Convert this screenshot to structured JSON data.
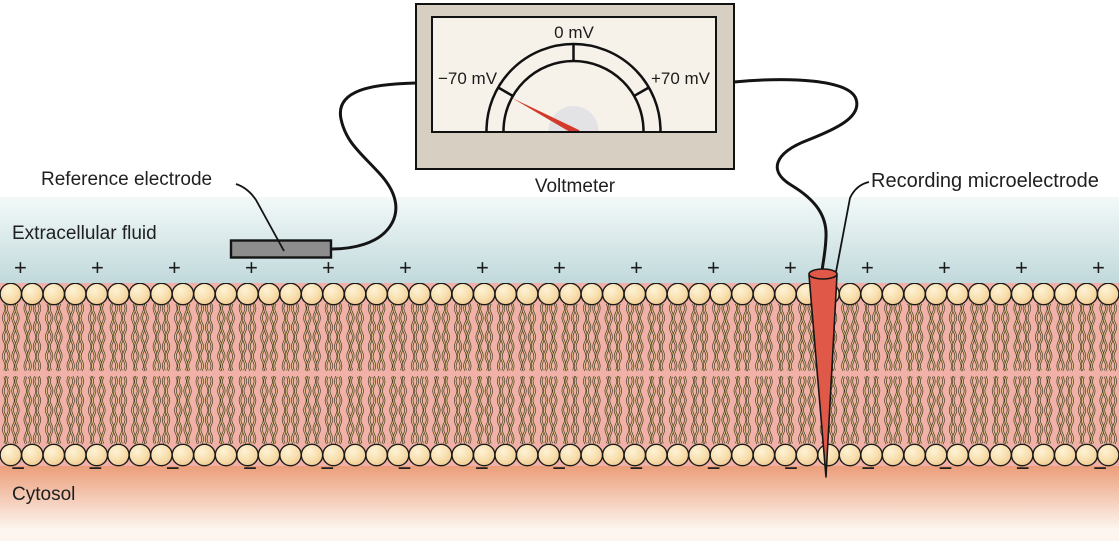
{
  "regions": {
    "extracellular": "Extracellular fluid",
    "cytosol": "Cytosol"
  },
  "voltmeter": {
    "title": "Voltmeter",
    "scale_left": "−70 mV",
    "scale_center": "0 mV",
    "scale_right": "+70 mV",
    "needle_points_to": "−70 mV"
  },
  "electrodes": {
    "reference_label": "Reference electrode",
    "recording_label": "Recording microelectrode"
  },
  "membrane": {
    "charge_top_symbol": "+",
    "charge_bottom_symbol": "−",
    "charge_top_count": 15,
    "charge_bottom_count": 15,
    "lipid_count": 52
  },
  "colors": {
    "extracellular_top": "#f3f9f9",
    "extracellular_bottom": "#c1d9db",
    "membrane_bg": "#f1b0a8",
    "cytosol_top": "#eb9e7a",
    "cytosol_bottom": "#fdf6f0",
    "lipid_head_center": "#fdf2d6",
    "lipid_head_mid": "#f8dfae",
    "lipid_head_edge": "#eec68c",
    "lipid_head_stroke": "#1a1a1a",
    "tail_dark": "#3e3523",
    "tail_light": "#e2c188",
    "voltmeter_body": "#d7d0c2",
    "voltmeter_panel": "#f7f2e9",
    "needle_red": "#d23a2c",
    "hub_gray": "#e3e3e5",
    "reference_electrode_gray": "#8d8d8d",
    "recording_electrode_red": "#e05847",
    "wire_black": "#141414",
    "charge_color": "#1c1c1c"
  }
}
